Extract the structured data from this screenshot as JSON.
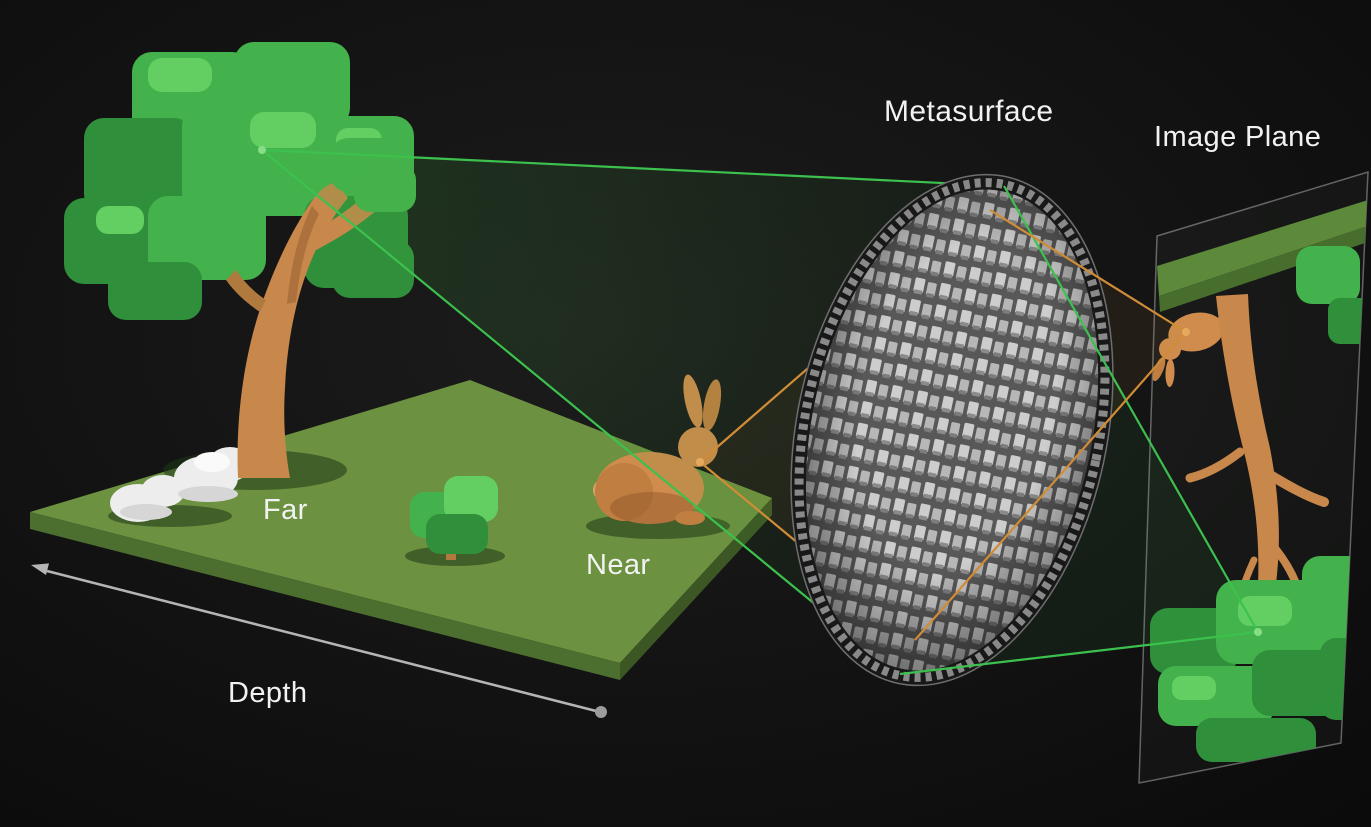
{
  "figure": {
    "labels": {
      "metasurface": "Metasurface",
      "image_plane": "Image Plane",
      "far": "Far",
      "near": "Near",
      "depth": "Depth"
    },
    "colors": {
      "background": "#101010",
      "platform_green": "#6c9140",
      "foliage_green": "#44b24c",
      "foliage_dark": "#2f8f3a",
      "foliage_light": "#63cf63",
      "trunk_brown": "#c8874b",
      "bunny_orange": "#cf8c4c",
      "rock_white": "#ededed",
      "ray_green": "#3cc14e",
      "ray_orange": "#d08c36",
      "pillar_light": "#cdcdcd",
      "pillar_dark": "#585858",
      "axis_gray": "#b5b5b5",
      "label_white": "#f2f2f2"
    }
  }
}
